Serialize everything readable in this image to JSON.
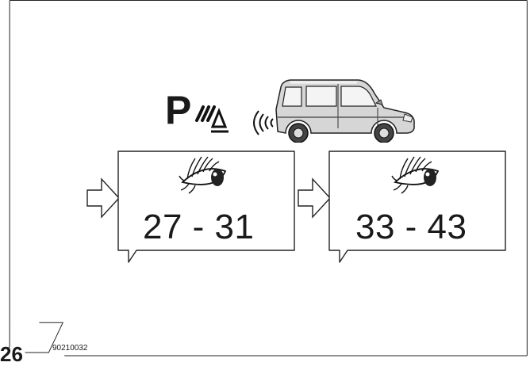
{
  "figure_number": "26",
  "image_code": "90210032",
  "parking_symbol": {
    "letter": "P",
    "icon": "parking-sensor-warning-icon"
  },
  "vehicle": {
    "icon": "van-icon",
    "signal_icon": "sound-wave-icon"
  },
  "panels": [
    {
      "icon": "eye-icon",
      "range": "27 - 31",
      "arrow_icon": "arrow-right-icon"
    },
    {
      "icon": "eye-icon",
      "range": "33 - 43",
      "arrow_icon": "arrow-right-icon"
    }
  ]
}
